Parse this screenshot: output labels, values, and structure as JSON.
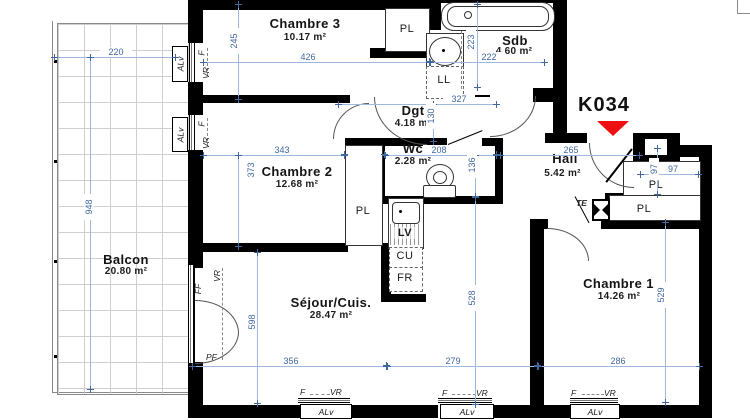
{
  "unit_code": "K034",
  "rooms": {
    "balcon": {
      "name": "Balcon",
      "area": "20.80 m²"
    },
    "chambre3": {
      "name": "Chambre 3",
      "area": "10.17 m²"
    },
    "sdb": {
      "name": "Sdb",
      "area": "4.60 m²"
    },
    "degagement": {
      "name": "Dgt",
      "area": "4.18 m²"
    },
    "wc": {
      "name": "Wc",
      "area": "2.28 m²"
    },
    "hall": {
      "name": "Hall",
      "area": "5.42 m²"
    },
    "chambre2": {
      "name": "Chambre 2",
      "area": "12.68 m²"
    },
    "sejour_cuisine": {
      "name": "Séjour/Cuis.",
      "area": "28.47 m²"
    },
    "chambre1": {
      "name": "Chambre 1",
      "area": "14.26 m²"
    }
  },
  "fixtures": {
    "placard": "PL",
    "lave_linge": "LL",
    "lave_vaisselle": "LV",
    "cuisson": "CU",
    "refrigerateur": "FR",
    "tableau_electrique": "TE"
  },
  "openings": {
    "fenetre": "F",
    "volet_roulant": "VR",
    "allege_vitree": "ALv",
    "chassis_fixe": "FF",
    "porte_fenetre": "PF"
  },
  "dimensions": {
    "d220": "220",
    "d426": "426",
    "d222": "222",
    "d245": "245",
    "d223": "223",
    "d327": "327",
    "d130": "130",
    "d343": "343",
    "d208": "208",
    "d265": "265",
    "d97_v": "97",
    "d97_h": "97",
    "d373": "373",
    "d136": "136",
    "d948": "948",
    "d598": "598",
    "d528": "528",
    "d529": "529",
    "d356": "356",
    "d279": "279",
    "d286": "286"
  },
  "colors": {
    "wall": "#000000",
    "dimension_line": "#9db9dd",
    "dimension_text": "#41679f",
    "entrance_arrow": "#ee1010"
  }
}
